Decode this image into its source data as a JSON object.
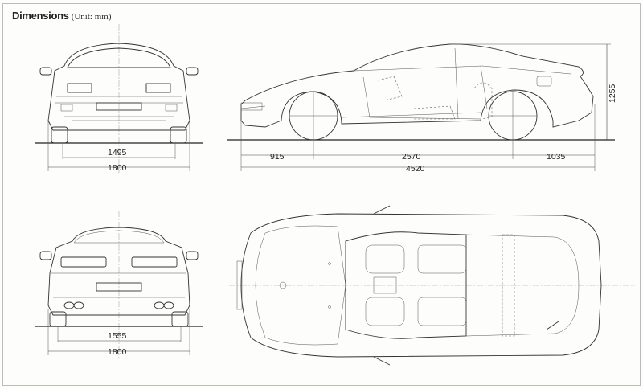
{
  "title": {
    "heading": "Dimensions",
    "unit": "(Unit: mm)"
  },
  "front_view": {
    "track": "1495",
    "width": "1800"
  },
  "side_view": {
    "front_overhang": "915",
    "wheelbase": "2570",
    "rear_overhang": "1035",
    "length": "4520",
    "height": "1255"
  },
  "rear_view": {
    "track": "1555",
    "width": "1800"
  }
}
